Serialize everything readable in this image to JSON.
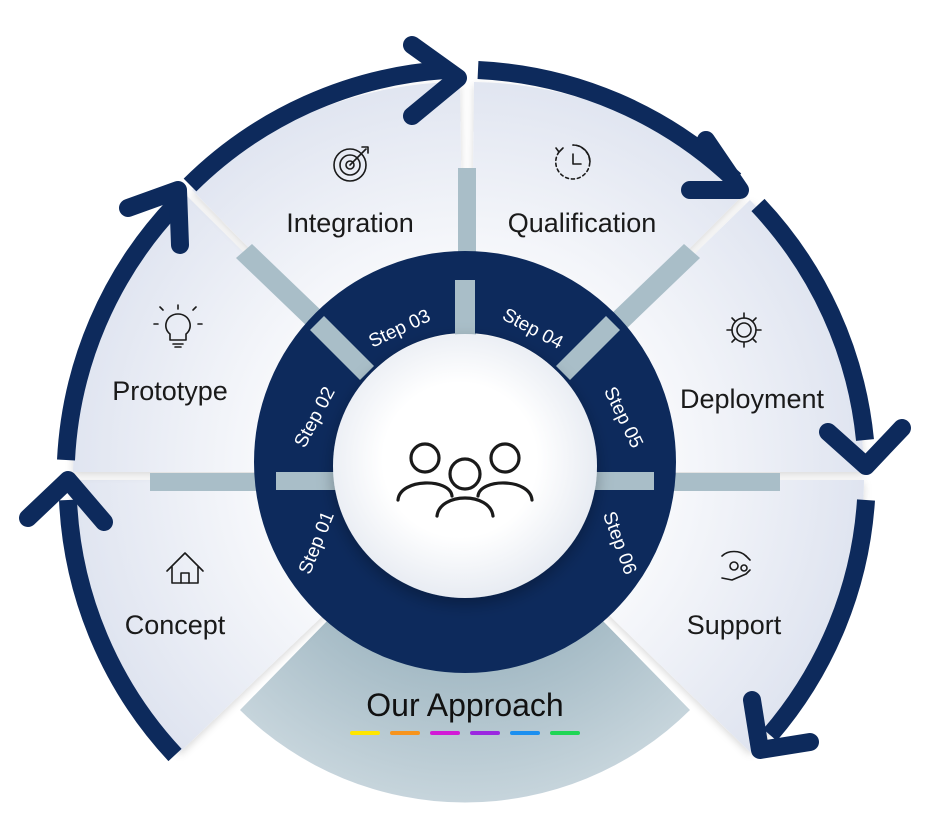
{
  "diagram": {
    "center_title": "Our Approach",
    "colors": {
      "navy": "#0d2a5c",
      "sector_fill": "#eef1f8",
      "bottom_fill": "#b8c8d2",
      "spoke": "#a9bec8",
      "accent_bar": [
        "#ffe600",
        "#f7941d",
        "#d21ad6",
        "#9b27e0",
        "#1b8ff0",
        "#1fd655"
      ]
    },
    "center_icon": "people-group-icon",
    "steps": [
      {
        "step": "Step 01",
        "label": "Concept",
        "icon": "home-icon"
      },
      {
        "step": "Step 02",
        "label": "Prototype",
        "icon": "lightbulb-icon"
      },
      {
        "step": "Step 03",
        "label": "Integration",
        "icon": "target-icon"
      },
      {
        "step": "Step 04",
        "label": "Qualification",
        "icon": "clock-icon"
      },
      {
        "step": "Step 05",
        "label": "Deployment",
        "icon": "gear-icon"
      },
      {
        "step": "Step 06",
        "label": "Support",
        "icon": "hand-coins-icon"
      }
    ]
  }
}
